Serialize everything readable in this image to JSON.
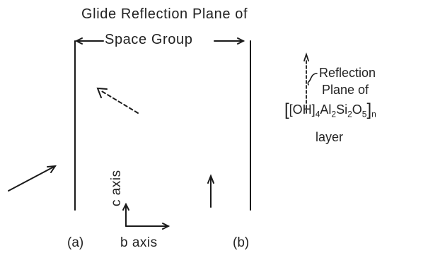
{
  "diagram": {
    "title": "Glide Reflection Plane of",
    "span_label": "Space Group",
    "panel_labels": {
      "a": "(a)",
      "b": "(b)"
    },
    "axes": {
      "c": "c axis",
      "b": "b axis"
    },
    "layer_plane": {
      "line1": "Reflection",
      "line2": "Plane of",
      "formula": {
        "open": "[",
        "oh": "[OH]",
        "s1": "4",
        "al": "Al",
        "s2": "2",
        "si": "Si",
        "s3": "2",
        "o": "O",
        "s4": "5",
        "close": "]",
        "n": "n"
      },
      "line4": "layer"
    }
  }
}
